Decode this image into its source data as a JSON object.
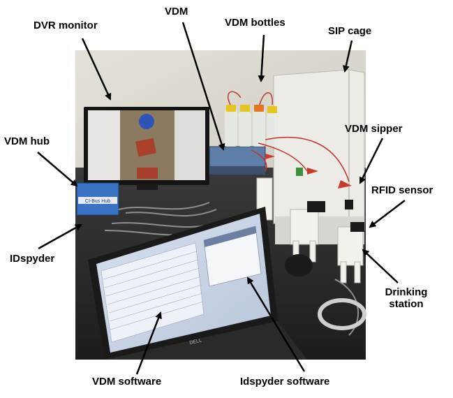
{
  "labels": {
    "dvr_monitor": "DVR monitor",
    "vdm": "VDM",
    "vdm_bottles": "VDM bottles",
    "sip_cage": "SIP cage",
    "vdm_hub": "VDM hub",
    "vdm_sipper": "VDM sipper",
    "rfid_sensor": "RFID sensor",
    "idspyder": "IDspyder",
    "drinking_station_line1": "Drinking",
    "drinking_station_line2": "station",
    "vdm_software": "VDM software",
    "idspyder_software": "Idspyder software"
  },
  "device_text": {
    "hub_label": "CI-Bus Hub",
    "laptop_brand": "DELL"
  },
  "colors": {
    "label_text": "#000000",
    "arrow": "#000000",
    "wall": "#d9d6ce",
    "bench": "#2a2a2a",
    "cage_panel": "#ecebe6",
    "hub_blue": "#3b73c4",
    "laptop_screen": "#c9d4e4",
    "sipper_cap_red": "#c73a2c",
    "bottle_cap_yellow": "#e8c51e",
    "bottle_cap_orange": "#e0781e",
    "clamp_green": "#3f8f3a"
  }
}
